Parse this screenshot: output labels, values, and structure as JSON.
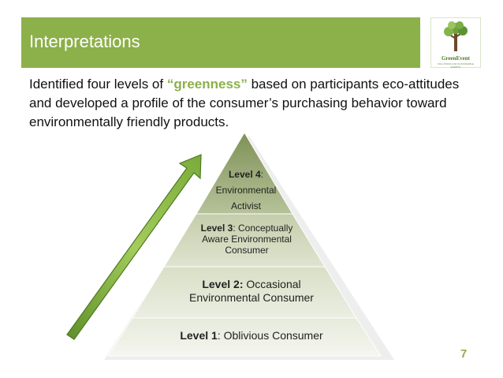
{
  "slide": {
    "title": "Interpretations",
    "intro_before": "Identified four levels of ",
    "intro_highlight": "“greenness”",
    "intro_after": " based on participants eco-attitudes and developed a profile of the consumer’s purchasing behavior toward environmentally friendly products.",
    "page_number": "7"
  },
  "logo": {
    "name": "GreenEvent",
    "tagline": "SOLUTIONS FOR SUSTAINABLE EVENTS"
  },
  "pyramid": {
    "levels": [
      {
        "name": "Level 4",
        "sep": ":",
        "desc_lines": [
          "Environmental",
          "Activist"
        ]
      },
      {
        "name": "Level 3",
        "sep": ":",
        "desc_lines": [
          " Conceptually",
          "Aware Environmental",
          "Consumer"
        ]
      },
      {
        "name": "Level 2:",
        "sep": "",
        "desc_lines": [
          " Occasional",
          "Environmental Consumer"
        ]
      },
      {
        "name": "Level 1",
        "sep": ":",
        "desc_lines": [
          " Oblivious Consumer"
        ]
      }
    ]
  },
  "colors": {
    "accent": "#8cb04a",
    "tier_top": "#9aa878",
    "tier_bottom": "#f3f5ee"
  },
  "icons": {
    "arrow": "up-right-arrow-icon",
    "logo": "tree-logo-icon"
  }
}
